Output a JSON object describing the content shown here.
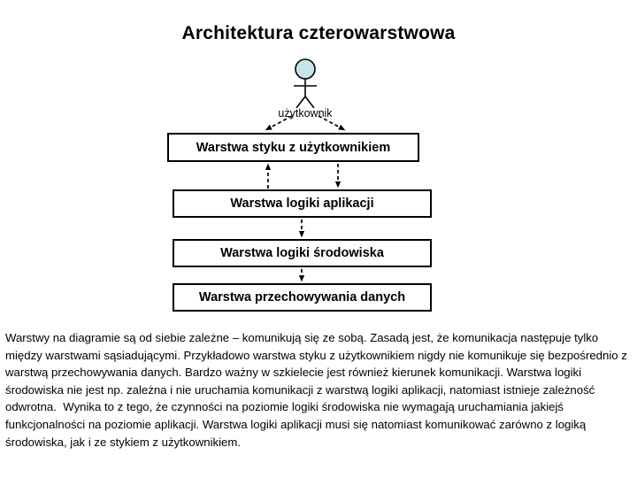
{
  "slide": {
    "title": "Architektura czterowarstwowa",
    "background_color": "#ffffff",
    "text_color": "#000000"
  },
  "actor": {
    "icon": "actor-stick-figure-icon",
    "label": "użytkownik",
    "head_fill": "#c5e4ec",
    "outline_color": "#000000"
  },
  "diagram": {
    "type": "layered-architecture",
    "layers": [
      {
        "id": "layer-ui",
        "label": "Warstwa styku z użytkownikiem"
      },
      {
        "id": "layer-app-logic",
        "label": "Warstwa logiki aplikacji"
      },
      {
        "id": "layer-env-logic",
        "label": "Warstwa logiki środowiska"
      },
      {
        "id": "layer-data-storage",
        "label": "Warstwa przechowywania danych"
      }
    ],
    "connectors": [
      {
        "id": "actor-to-ui-left",
        "style": "dashed",
        "direction": "down-left"
      },
      {
        "id": "actor-to-ui-right",
        "style": "dashed",
        "direction": "down-right"
      },
      {
        "id": "ui-to-app-up",
        "style": "dashed",
        "direction": "up"
      },
      {
        "id": "ui-to-app-down",
        "style": "dashed",
        "direction": "down"
      },
      {
        "id": "app-to-env-down",
        "style": "dashed",
        "direction": "down"
      },
      {
        "id": "env-to-data-down",
        "style": "dashed",
        "direction": "down"
      }
    ]
  },
  "description": {
    "paragraph": "Warstwy na diagramie są od siebie zależne – komunikują się ze sobą. Zasadą jest, że komunikacja następuje tylko między warstwami sąsiadującymi. Przykładowo warstwa styku z użytkownikiem nigdy nie komunikuje się bezpośrednio z warstwą przechowywania danych. Bardzo ważny w szkielecie jest również kierunek komunikacji. Warstwa logiki środowiska nie jest np. zależna i nie uruchamia komunikacji z warstwą logiki aplikacji, natomiast istnieje zależność odwrotna.  Wynika to z tego, że czynności na poziomie logiki środowiska nie wymagają uruchamiania jakiejś funkcjonalności na poziomie aplikacji. Warstwa logiki aplikacji musi się natomiast komunikować zarówno z logiką środowiska, jak i ze stykiem z użytkownikiem."
  }
}
